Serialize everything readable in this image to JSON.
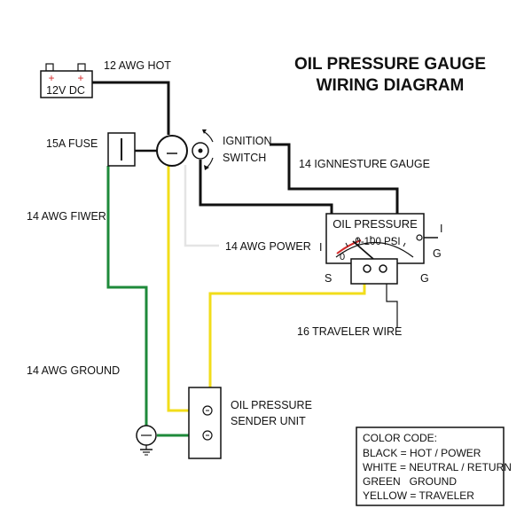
{
  "title": {
    "line1": "OIL PRESSURE GAUGE",
    "line2": "WIRING DIAGRAM"
  },
  "battery": {
    "plus_left": "+",
    "plus_right": "+",
    "label": "12V DC"
  },
  "labels": {
    "hot_wire": "12 AWG HOT",
    "fuse": "15A FUSE",
    "ignition_line1": "IGNITION",
    "ignition_line2": "SWITCH",
    "gauge_wire": "14 IGNNESTURE GAUGE",
    "fiwer_wire": "14 AWG FIWER",
    "power_wire": "14 AWG POWER",
    "traveler_wire": "16 TRAVELER WIRE",
    "ground_wire": "14 AWG GROUND",
    "sender_line1": "OIL PRESSURE",
    "sender_line2": "SENDER UNIT"
  },
  "gauge": {
    "title": "OIL PRESSURE",
    "scale": "0-100 PSI",
    "zero": "0",
    "term_left": "I",
    "term_right_top": "I",
    "term_right_g": "G",
    "term_s": "S",
    "term_g_bottom": "G"
  },
  "switch_symbol": "−",
  "legend": {
    "heading": "COLOR CODE:",
    "rows": [
      "BLACK = HOT / POWER",
      "WHITE = NEUTRAL / RETURN",
      "GREEN   GROUND",
      "YELLOW = TRAVELER"
    ]
  },
  "colors": {
    "black": "#111111",
    "white_wire": "#e4e4e4",
    "green": "#1e8a3a",
    "yellow": "#f2dd1a",
    "red": "#d42a2a"
  }
}
